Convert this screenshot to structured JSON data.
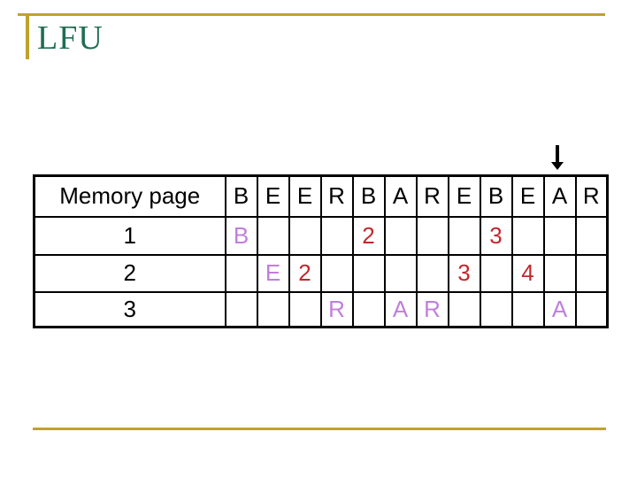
{
  "slide": {
    "title": "LFU"
  },
  "colors": {
    "title": "#1F6E52",
    "gold": "#BFA22E",
    "purple": "#C07FDA",
    "red": "#C1272D",
    "black": "#000000"
  },
  "icons": {
    "down_arrow": "down-arrow-icon"
  },
  "table": {
    "corner_label": "Memory page",
    "reference_string": [
      "B",
      "E",
      "E",
      "R",
      "B",
      "A",
      "R",
      "E",
      "B",
      "E",
      "A",
      "R"
    ],
    "rows": [
      {
        "label": "1",
        "cells": [
          "B",
          "",
          "",
          "",
          "2",
          "",
          "",
          "",
          "3",
          "",
          "",
          ""
        ],
        "cell_colors": [
          "#C07FDA",
          "",
          "",
          "",
          "#C1272D",
          "",
          "",
          "",
          "#C1272D",
          "",
          "",
          ""
        ]
      },
      {
        "label": "2",
        "cells": [
          "",
          "E",
          "2",
          "",
          "",
          "",
          "",
          "3",
          "",
          "4",
          "",
          ""
        ],
        "cell_colors": [
          "",
          "#C07FDA",
          "#C1272D",
          "",
          "",
          "",
          "",
          "#C1272D",
          "",
          "#C1272D",
          "",
          ""
        ]
      },
      {
        "label": "3",
        "cells": [
          "",
          "",
          "",
          "R",
          "",
          "A",
          "R",
          "",
          "",
          "",
          "A",
          ""
        ],
        "cell_colors": [
          "",
          "",
          "",
          "#C07FDA",
          "",
          "#C07FDA",
          "#C07FDA",
          "",
          "",
          "",
          "#C07FDA",
          ""
        ]
      }
    ]
  }
}
